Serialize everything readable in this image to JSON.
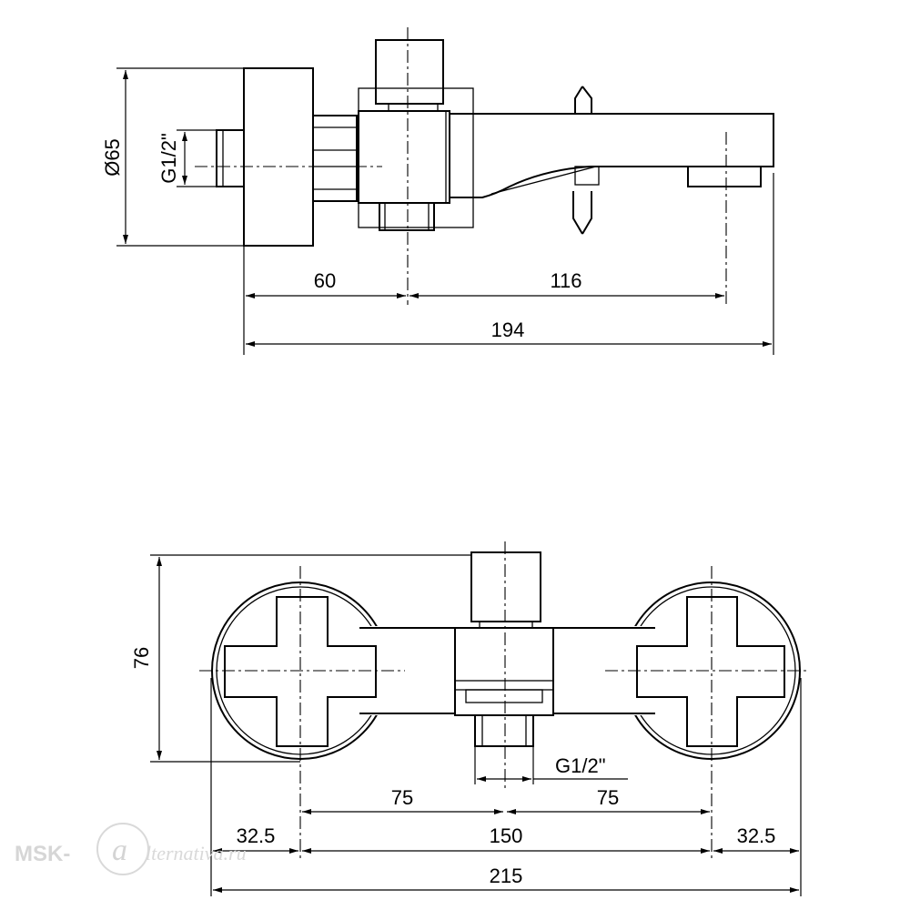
{
  "dimensions": {
    "side_view": {
      "diameter": "Ø65",
      "thread": "G1/2\"",
      "wall_to_axis": "60",
      "axis_to_spout": "116",
      "total_length": "194"
    },
    "top_view": {
      "height": "76",
      "thread": "G1/2\"",
      "half_left": "75",
      "half_right": "75",
      "side_left": "32.5",
      "centers": "150",
      "side_right": "32.5",
      "total_width": "215"
    }
  },
  "watermark": {
    "text": "MSK-",
    "logo": "a-in-circle-logo",
    "suffix": "lternativa.ru"
  }
}
